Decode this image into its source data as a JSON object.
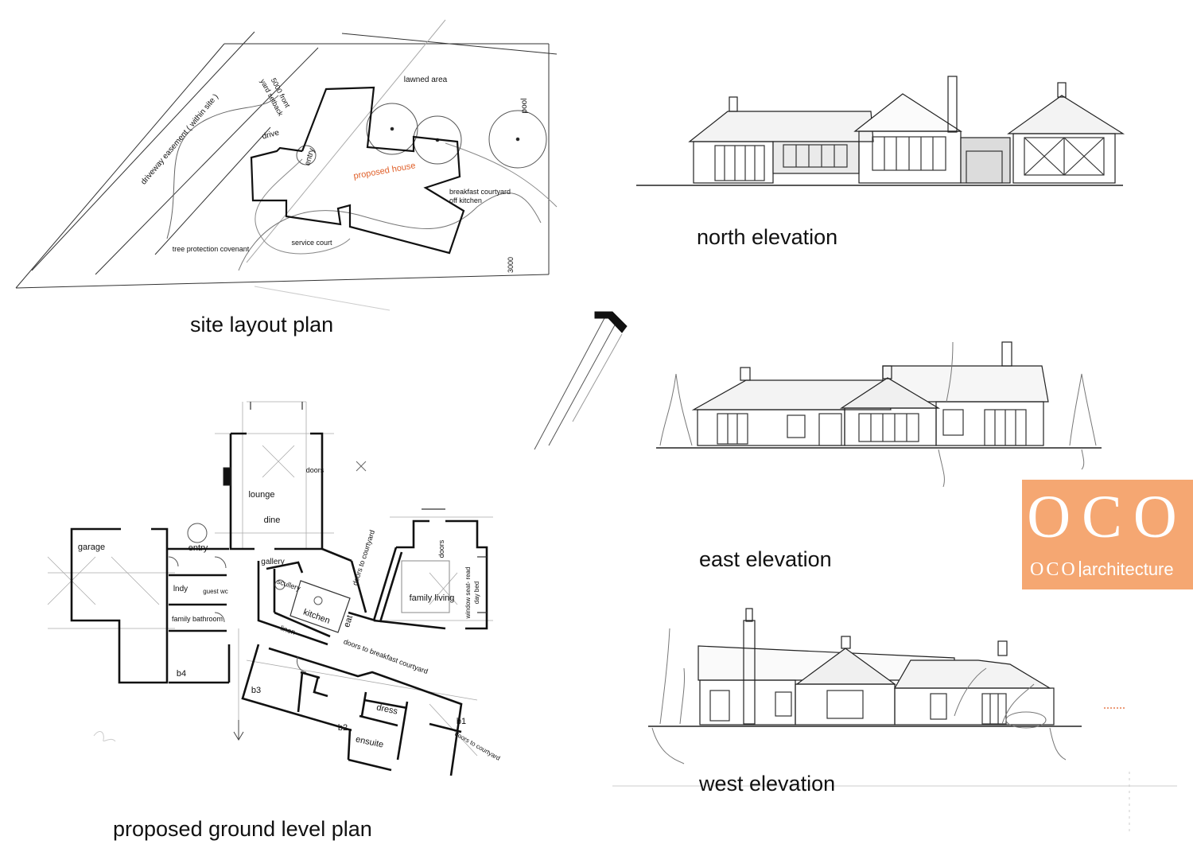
{
  "captions": {
    "site": "site layout plan",
    "ground": "proposed ground level plan",
    "north": "north elevation",
    "east": "east elevation",
    "west": "west elevation"
  },
  "site_labels": {
    "lawned_area": "lawned area",
    "pool": "pool",
    "setback_line1": "5000 front",
    "setback_line2": "yard setback",
    "easement": "driveway easement ( within site )",
    "drive": "drive",
    "entry": "entry",
    "proposed_house": "proposed house",
    "breakfast_line1": "breakfast courtyard",
    "breakfast_line2": "off kitchen",
    "service_court": "service court",
    "tree_protection": "tree protection covenant",
    "dim_3000": "3000"
  },
  "plan_labels": {
    "garage": "garage",
    "entry": "entry",
    "lndy": "lndy",
    "guest_wc": "guest wc",
    "family_bathroom": "family bathroom",
    "b4": "b4",
    "lounge": "lounge",
    "dine": "dine",
    "doors_lounge": "doors",
    "gallery": "gallery",
    "scullery": "scullery",
    "kitchen": "kitchen",
    "eat": "eat",
    "linen": "linen",
    "doors_to_courtyard": "doors to courtyard",
    "family_living": "family living",
    "doors_family": "doors",
    "window_seat": "window seat- read",
    "day_bed": "day bed",
    "doors_breakfast": "doors to breakfast courtyard",
    "b3": "b3",
    "dress": "dress",
    "b2": "b2",
    "ensuite": "ensuite",
    "b1": "b1",
    "doors_to_courtyard_b1": "doors to courtyard"
  },
  "logo": {
    "big": "OCO",
    "small_left": "OCO",
    "small_right": "architecture"
  },
  "colors": {
    "logo_bg": "#f5a772",
    "proposed_house_text": "#e0602a",
    "line": "#222222"
  }
}
